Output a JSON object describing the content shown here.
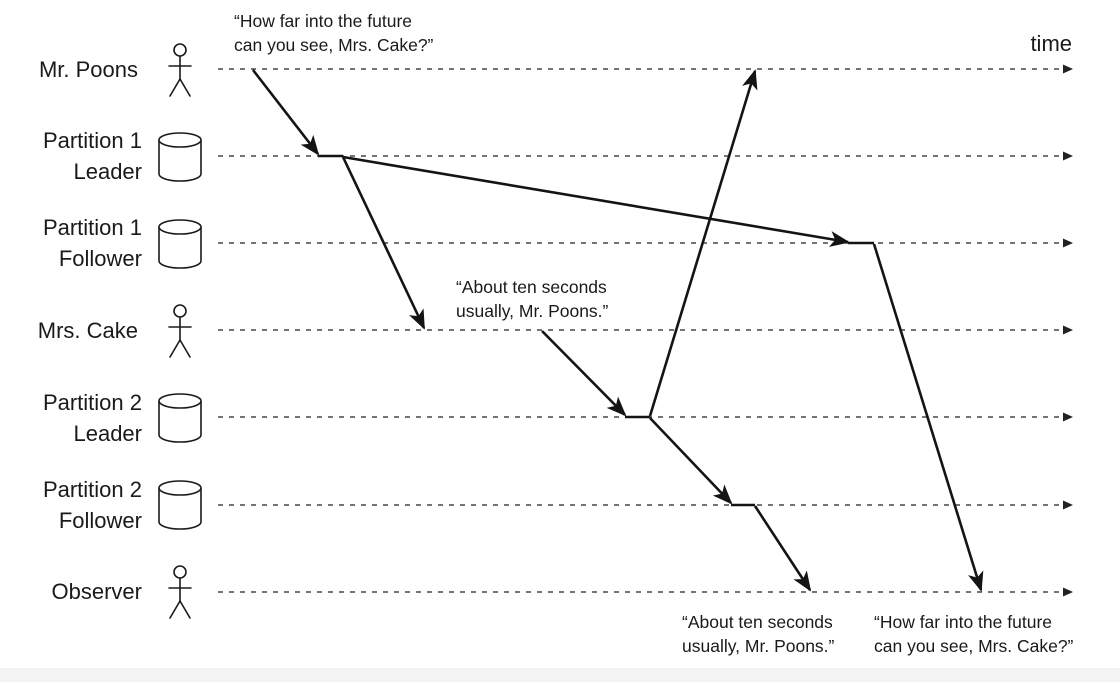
{
  "time_label": "time",
  "lanes": [
    {
      "id": "mr-poons",
      "kind": "person",
      "label_lines": [
        "Mr. Poons"
      ]
    },
    {
      "id": "p1-leader",
      "kind": "database",
      "label_lines": [
        "Partition 1",
        "Leader"
      ]
    },
    {
      "id": "p1-follower",
      "kind": "database",
      "label_lines": [
        "Partition 1",
        "Follower"
      ]
    },
    {
      "id": "mrs-cake",
      "kind": "person",
      "label_lines": [
        "Mrs. Cake"
      ]
    },
    {
      "id": "p2-leader",
      "kind": "database",
      "label_lines": [
        "Partition 2",
        "Leader"
      ]
    },
    {
      "id": "p2-follower",
      "kind": "database",
      "label_lines": [
        "Partition 2",
        "Follower"
      ]
    },
    {
      "id": "observer",
      "kind": "person",
      "label_lines": [
        "Observer"
      ]
    }
  ],
  "quotes": {
    "poons_question": [
      "“How far into the future",
      "can you see, Mrs. Cake?”"
    ],
    "cake_answer": [
      "“About ten seconds",
      "usually, Mr. Poons.”"
    ],
    "observer_sees_answer": [
      "“About ten seconds",
      "usually, Mr. Poons.”"
    ],
    "observer_sees_question": [
      "“How far into the future",
      "can you see, Mrs. Cake?”"
    ]
  },
  "messages": [
    {
      "id": "poons-write-to-p1-leader",
      "from": "mr-poons",
      "to": "p1-leader"
    },
    {
      "id": "p1-leader-to-mrs-cake",
      "from": "p1-leader",
      "to": "mrs-cake"
    },
    {
      "id": "p1-leader-replicate-to-follower",
      "from": "p1-leader",
      "to": "p1-follower"
    },
    {
      "id": "p1-follower-to-observer",
      "from": "p1-follower",
      "to": "observer"
    },
    {
      "id": "cake-write-to-p2-leader",
      "from": "mrs-cake",
      "to": "p2-leader"
    },
    {
      "id": "p2-leader-to-mr-poons",
      "from": "p2-leader",
      "to": "mr-poons"
    },
    {
      "id": "p2-leader-replicate-to-follower",
      "from": "p2-leader",
      "to": "p2-follower"
    },
    {
      "id": "p2-follower-to-observer",
      "from": "p2-follower",
      "to": "observer"
    }
  ]
}
